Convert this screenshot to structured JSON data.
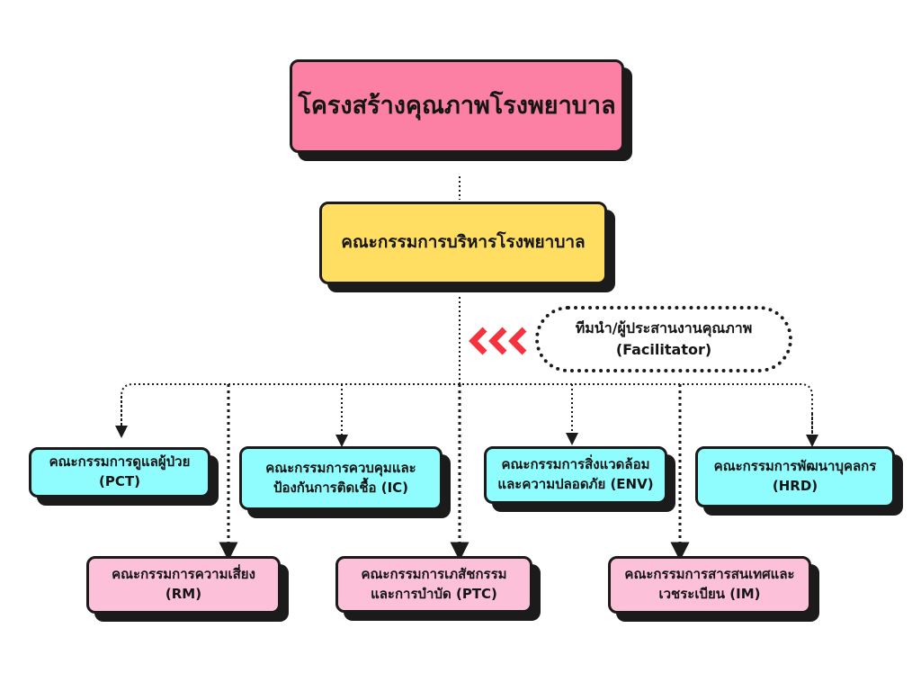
{
  "title": "โครงสร้างคุณภาพโรงพยาบาล",
  "executive": "คณะกรรมการบริหารโรงพยาบาล",
  "facilitator": {
    "line1": "ทีมนำ/ผู้ประสานงานคุณภาพ",
    "line2": "(Facilitator)"
  },
  "committees_upper": [
    {
      "line1": "คณะกรรมการดูแลผู้ป่วย",
      "line2": "(PCT)"
    },
    {
      "line1": "คณะกรรมการควบคุมและ",
      "line2": "ป้องกันการติดเชื้อ (IC)"
    },
    {
      "line1": "คณะกรรมการสิ่งแวดล้อม",
      "line2": "และความปลอดภัย (ENV)"
    },
    {
      "line1": "คณะกรรมการพัฒนาบุคลกร",
      "line2": "(HRD)"
    }
  ],
  "committees_lower": [
    {
      "line1": "คณะกรรมการความเสี่ยง",
      "line2": "(RM)"
    },
    {
      "line1": "คณะกรรมการเภสัชกรรม",
      "line2": "และการบำบัด (PTC)"
    },
    {
      "line1": "คณะกรรมการสารสนเทศและ",
      "line2": "เวชระเบียน (IM)"
    }
  ],
  "colors": {
    "title_box": "#fc7fa4",
    "executive_box": "#ffde61",
    "upper_boxes": "#8ffcfd",
    "lower_boxes": "#fcc1d8",
    "arrows": "#f5333f",
    "outline": "#1b1b1b"
  }
}
